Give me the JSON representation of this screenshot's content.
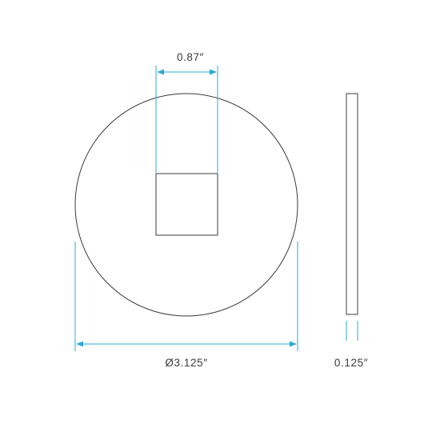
{
  "dimensions": {
    "square_hole": "0.87″",
    "diameter": "Ø3.125″",
    "thickness": "0.125″"
  },
  "colors": {
    "outline": "#3a3a3a",
    "dimension_lines": "#29a8d8"
  }
}
